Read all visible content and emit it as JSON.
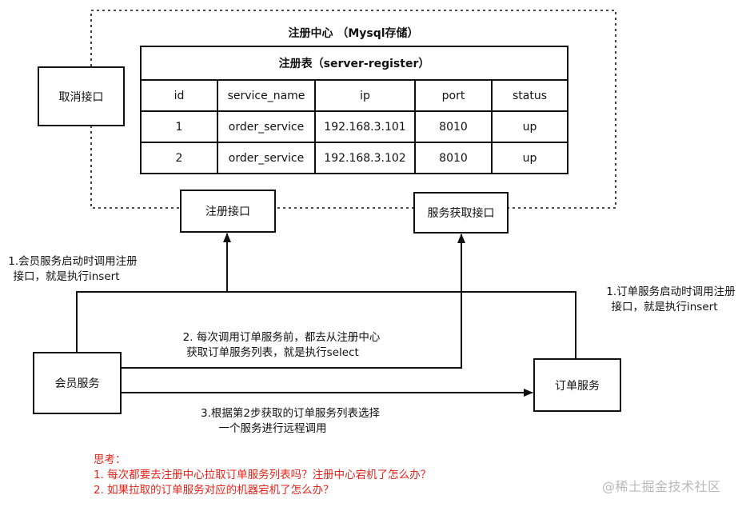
{
  "region": {
    "title": "注册中心 （Mysql存储）"
  },
  "table": {
    "caption": "注册表（server-register）",
    "columns": [
      "id",
      "service_name",
      "ip",
      "port",
      "status"
    ],
    "rows": [
      [
        "1",
        "order_service",
        "192.168.3.101",
        "8010",
        "up"
      ],
      [
        "2",
        "order_service",
        "192.168.3.102",
        "8010",
        "up"
      ]
    ]
  },
  "nodes": {
    "cancel": "取消接口",
    "register": "注册接口",
    "discover": "服务获取接口",
    "member": "会员服务",
    "order": "订单服务"
  },
  "annotations": {
    "member_register": [
      "1.会员服务启动时调用注册",
      "接口，就是执行insert"
    ],
    "order_register": [
      "1.订单服务启动时调用注册",
      "接口，就是执行insert"
    ],
    "fetch_list": [
      "2. 每次调用订单服务前，都去从注册中心",
      "获取订单服务列表，就是执行select"
    ],
    "remote_call": [
      "3.根据第2步获取的订单服务列表选择",
      "一个服务进行远程调用"
    ]
  },
  "thinking": {
    "title": "思考：",
    "items": [
      "1. 每次都要去注册中心拉取订单服务列表吗？注册中心宕机了怎么办？",
      "2.  如果拉取的订单服务对应的机器宕机了怎么办？"
    ]
  },
  "watermark": "@稀土掘金技术社区",
  "colors": {
    "line": "#111111",
    "warning": "#e8231a",
    "watermark": "#b9b9b9"
  }
}
